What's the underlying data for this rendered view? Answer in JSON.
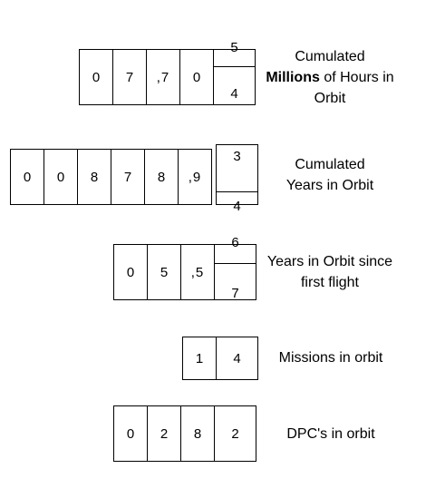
{
  "counters": [
    {
      "id": "hours",
      "digits": [
        "0",
        "7",
        ",7",
        "0"
      ],
      "roll": {
        "top": "5",
        "bottom": "4"
      },
      "label": {
        "bold": "Millions",
        "line1": "Cumulated",
        "line2_rest": " of Hours in",
        "line3": "Orbit"
      }
    },
    {
      "id": "years",
      "digits": [
        "0",
        "0",
        "8",
        "7",
        "8",
        ",9"
      ],
      "roll": {
        "top": "3",
        "bottom": "4"
      },
      "label": {
        "line1": "Cumulated",
        "line2": "Years in Orbit"
      }
    },
    {
      "id": "years-first",
      "digits": [
        "0",
        "5",
        ",5"
      ],
      "roll": {
        "top": "6",
        "bottom": "7"
      },
      "label": {
        "line1": "Years in Orbit since",
        "line2": "first flight"
      }
    },
    {
      "id": "missions",
      "digits": [
        "1"
      ],
      "last": "4",
      "label": {
        "line1": "Missions in orbit"
      }
    },
    {
      "id": "dpcs",
      "digits": [
        "0",
        "2",
        "8"
      ],
      "last": "2",
      "label": {
        "line1": "DPC's in orbit"
      }
    }
  ]
}
